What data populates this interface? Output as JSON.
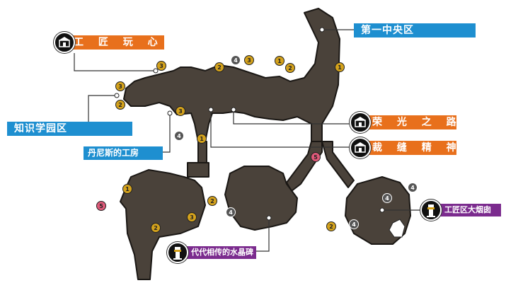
{
  "locations": {
    "first_central": "第一中央区",
    "craft_fun": "工 匠 玩 心",
    "knowledge_campus": "知识学园区",
    "danis_workshop": "丹尼斯的工房",
    "glory_road": "荣 光 之 路",
    "tailor_spirit": "裁 缝 精 神",
    "craft_chimney": "工匠区大烟囱",
    "crystal_monument": "代代相传的水晶碑"
  },
  "marker_colors": {
    "1": "#d4a21c",
    "2": "#d4a21c",
    "3": "#d4a21c",
    "4": "#555555",
    "5": "#e05a7a"
  },
  "icons": {
    "shop": "shop-icon",
    "tower": "tower-icon"
  }
}
